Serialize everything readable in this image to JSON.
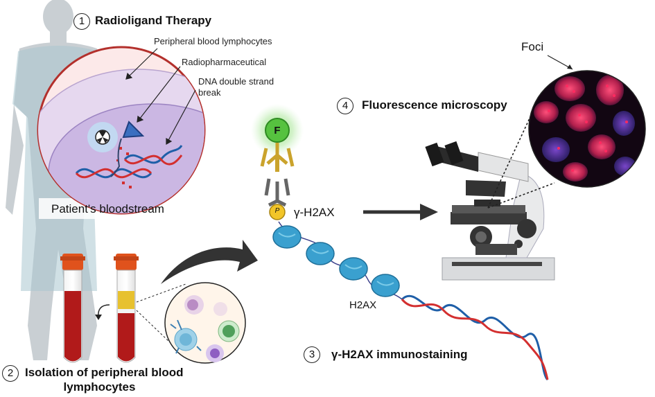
{
  "steps": {
    "step1": {
      "number": "1",
      "title": "Radioligand Therapy"
    },
    "step2": {
      "number": "2",
      "title_line1": "Isolation of peripheral blood",
      "title_line2": "lymphocytes"
    },
    "step3": {
      "number": "3",
      "title": "γ-H2AX immunostaining"
    },
    "step4": {
      "number": "4",
      "title": "Fluorescence microscopy"
    }
  },
  "labels": {
    "peripheral_blood_lymphocytes": "Peripheral blood lymphocytes",
    "radiopharmaceutical": "Radiopharmaceutical",
    "dsb_line1": "DNA double strand",
    "dsb_line2": "break",
    "bloodstream": "Patient's bloodstream",
    "gamma_h2ax": "γ-H2AX",
    "h2ax": "H2AX",
    "foci": "Foci",
    "fluorophore": "F",
    "phospho": "P"
  },
  "colors": {
    "dna_red": "#d32f2f",
    "dna_blue": "#1f5fa8",
    "nucleosome": "#3aa0cf",
    "blood": "#b11a1a",
    "tube_cap": "#e0521c",
    "fluor_green": "#56c23f",
    "antibody_gold": "#caa32c",
    "microscope_nucleus": "#e0315a"
  }
}
